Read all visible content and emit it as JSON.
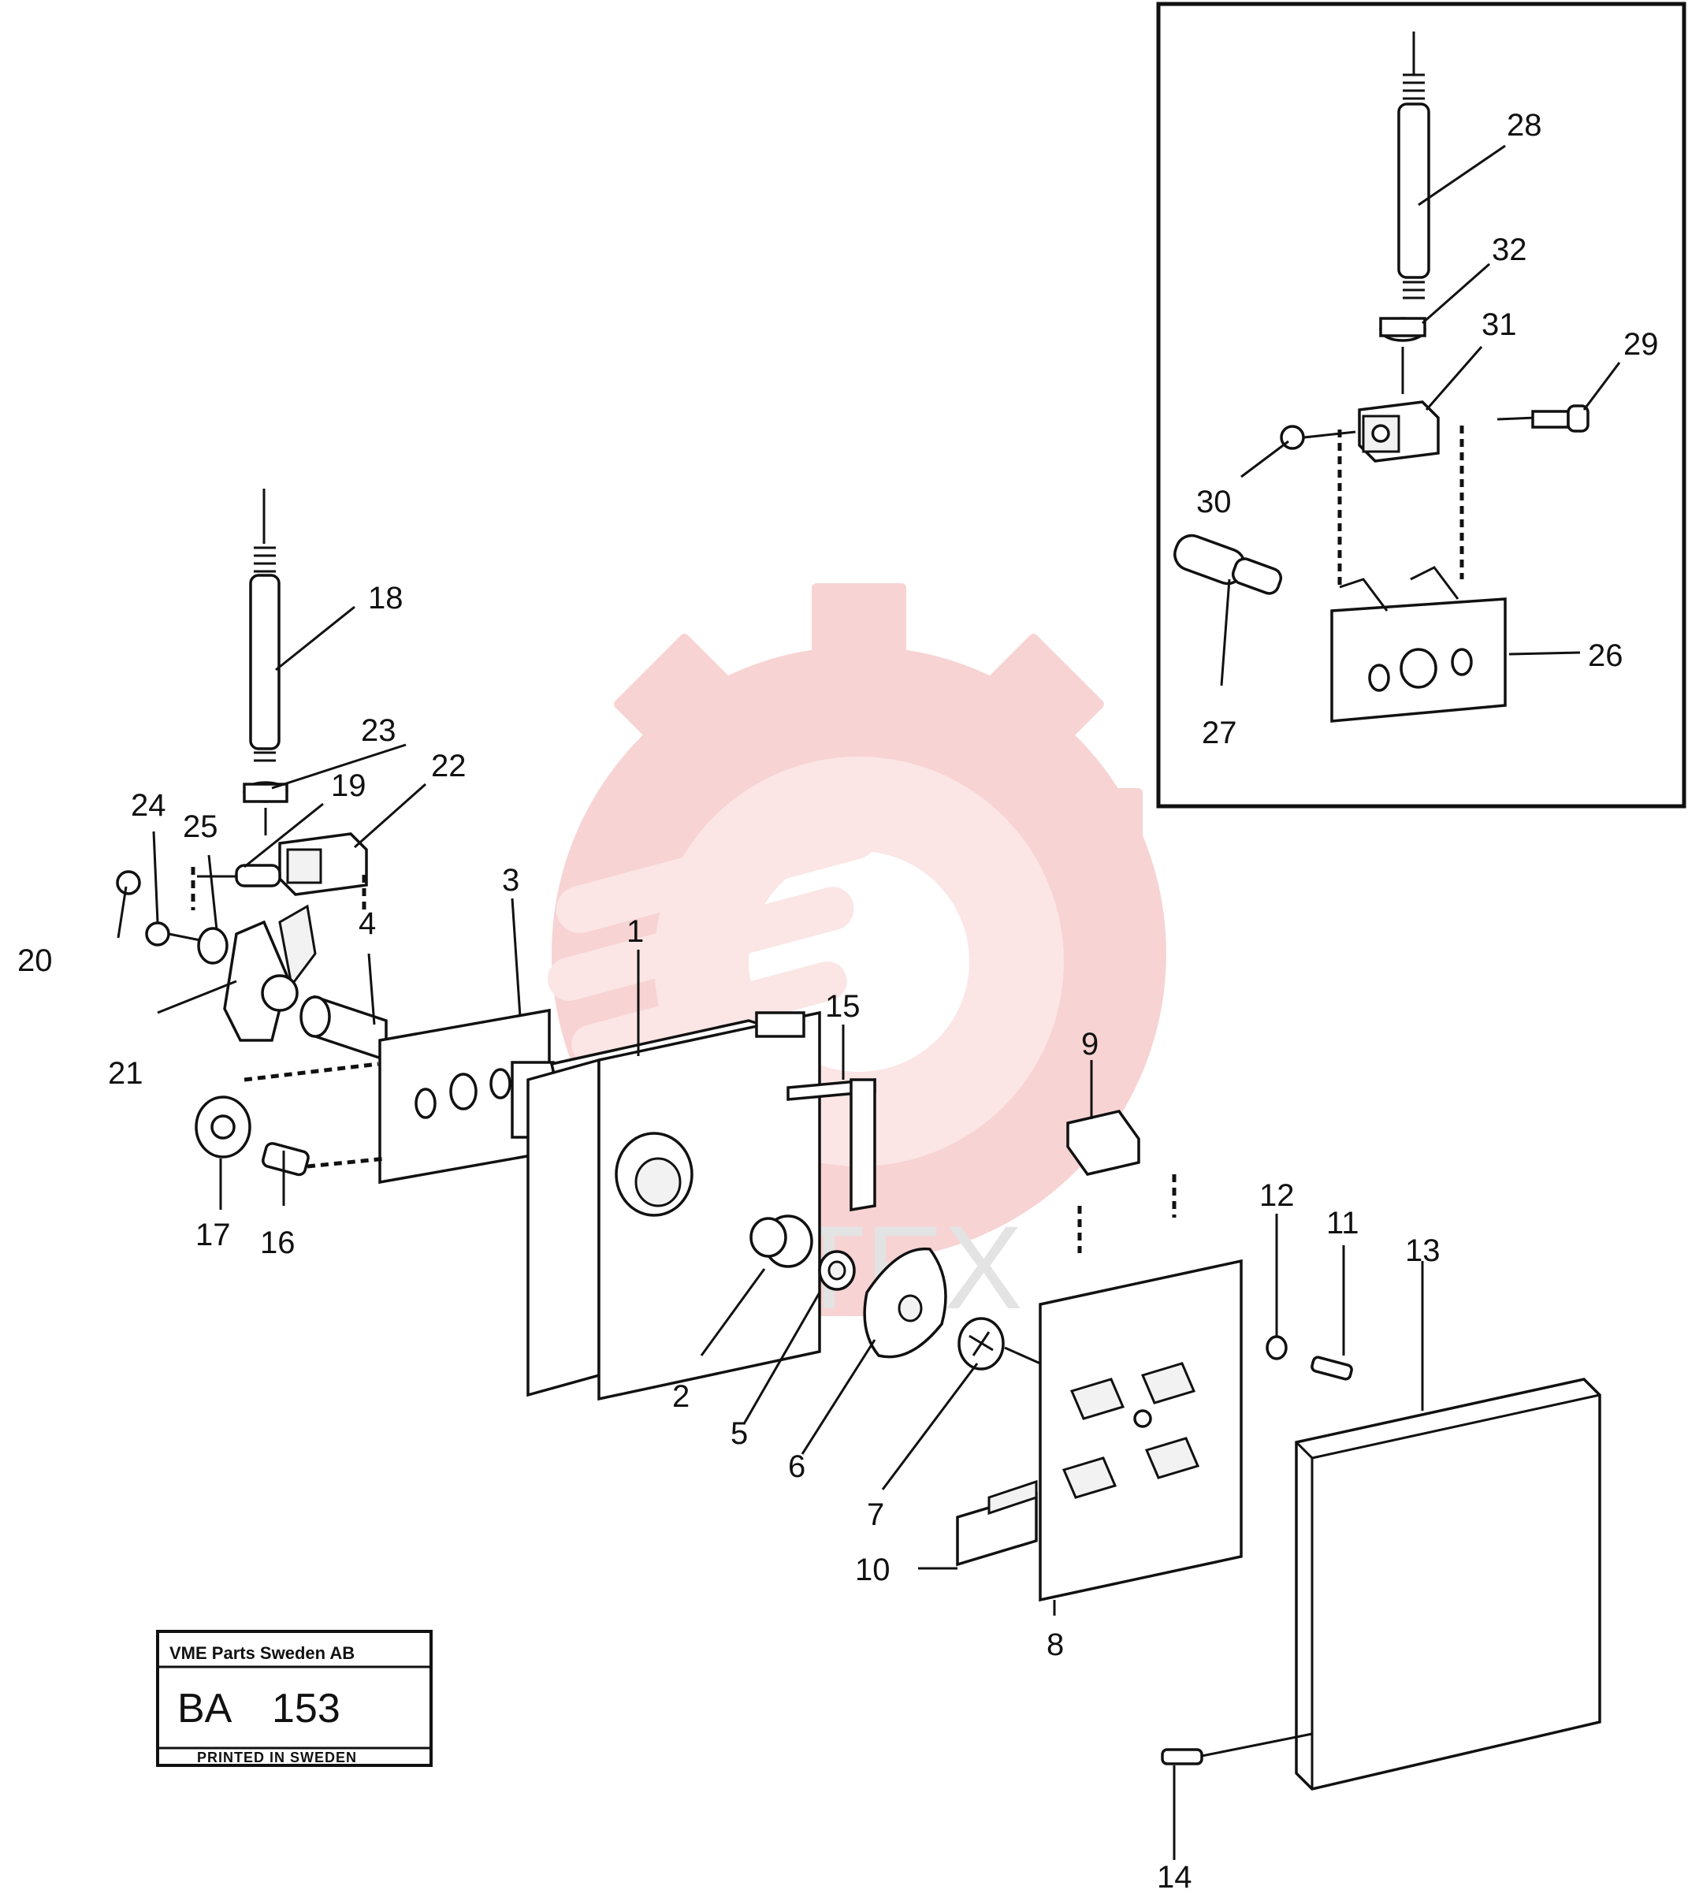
{
  "title_block": {
    "company": "VME Parts Sweden AB",
    "code": "BA",
    "number": "153",
    "printed": "PRINTED IN SWEDEN"
  },
  "watermark": {
    "text": "ИНТЕХ",
    "logo": "gear-wrench-logo",
    "color": "#f2b8b8"
  },
  "parts": [
    {
      "id": "p1",
      "label": "1"
    },
    {
      "id": "p2",
      "label": "2"
    },
    {
      "id": "p3",
      "label": "3"
    },
    {
      "id": "p4",
      "label": "4"
    },
    {
      "id": "p5",
      "label": "5"
    },
    {
      "id": "p6",
      "label": "6"
    },
    {
      "id": "p7",
      "label": "7"
    },
    {
      "id": "p8",
      "label": "8"
    },
    {
      "id": "p9",
      "label": "9"
    },
    {
      "id": "p10",
      "label": "10"
    },
    {
      "id": "p11",
      "label": "11"
    },
    {
      "id": "p12",
      "label": "12"
    },
    {
      "id": "p13",
      "label": "13"
    },
    {
      "id": "p14",
      "label": "14"
    },
    {
      "id": "p15",
      "label": "15"
    },
    {
      "id": "p16",
      "label": "16"
    },
    {
      "id": "p17",
      "label": "17"
    },
    {
      "id": "p18",
      "label": "18"
    },
    {
      "id": "p19",
      "label": "19"
    },
    {
      "id": "p20",
      "label": "20"
    },
    {
      "id": "p21",
      "label": "21"
    },
    {
      "id": "p22",
      "label": "22"
    },
    {
      "id": "p23",
      "label": "23"
    },
    {
      "id": "p24",
      "label": "24"
    },
    {
      "id": "p25",
      "label": "25"
    },
    {
      "id": "p26",
      "label": "26"
    },
    {
      "id": "p27",
      "label": "27"
    },
    {
      "id": "p28",
      "label": "28"
    },
    {
      "id": "p29",
      "label": "29"
    },
    {
      "id": "p30",
      "label": "30"
    },
    {
      "id": "p31",
      "label": "31"
    },
    {
      "id": "p32",
      "label": "32"
    }
  ]
}
